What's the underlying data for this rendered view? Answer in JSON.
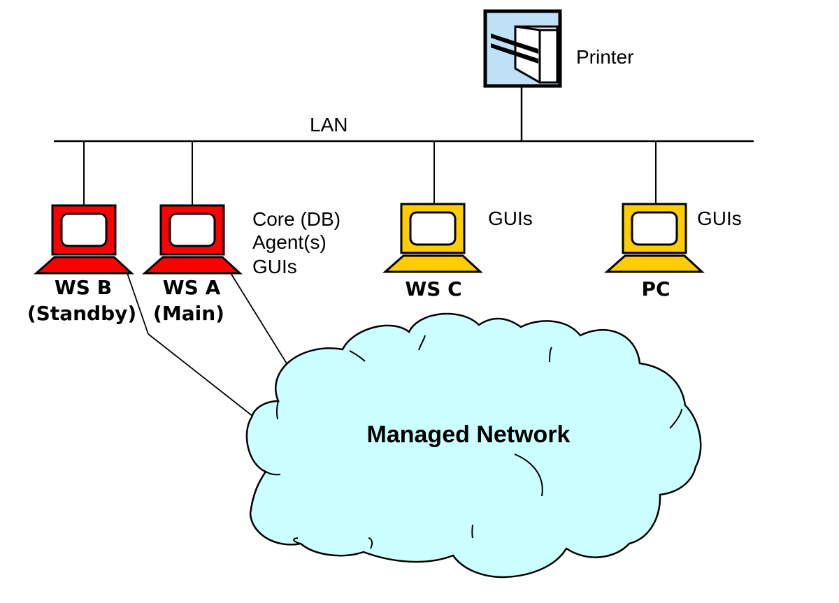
{
  "diagram": {
    "lan_label": "LAN",
    "printer": {
      "label": "Printer",
      "icon": "printer-icon",
      "fill": "#bfe0f5"
    },
    "cloud": {
      "label": "Managed Network",
      "fill": "#ccffff"
    },
    "nodes": [
      {
        "id": "ws-b",
        "name": "WS B",
        "role": "(Standby)",
        "color": "#ff0000",
        "icon": "workstation-icon"
      },
      {
        "id": "ws-a",
        "name": "WS A",
        "role": "(Main)",
        "color": "#ff0000",
        "icon": "workstation-icon",
        "services": [
          "Core (DB)",
          "Agent(s)",
          "GUIs"
        ]
      },
      {
        "id": "ws-c",
        "name": "WS C",
        "role": "",
        "color": "#ffcc00",
        "icon": "workstation-icon",
        "services": [
          "GUIs"
        ]
      },
      {
        "id": "pc",
        "name": "PC",
        "role": "",
        "color": "#ffcc00",
        "icon": "workstation-icon",
        "services": [
          "GUIs"
        ]
      }
    ]
  }
}
